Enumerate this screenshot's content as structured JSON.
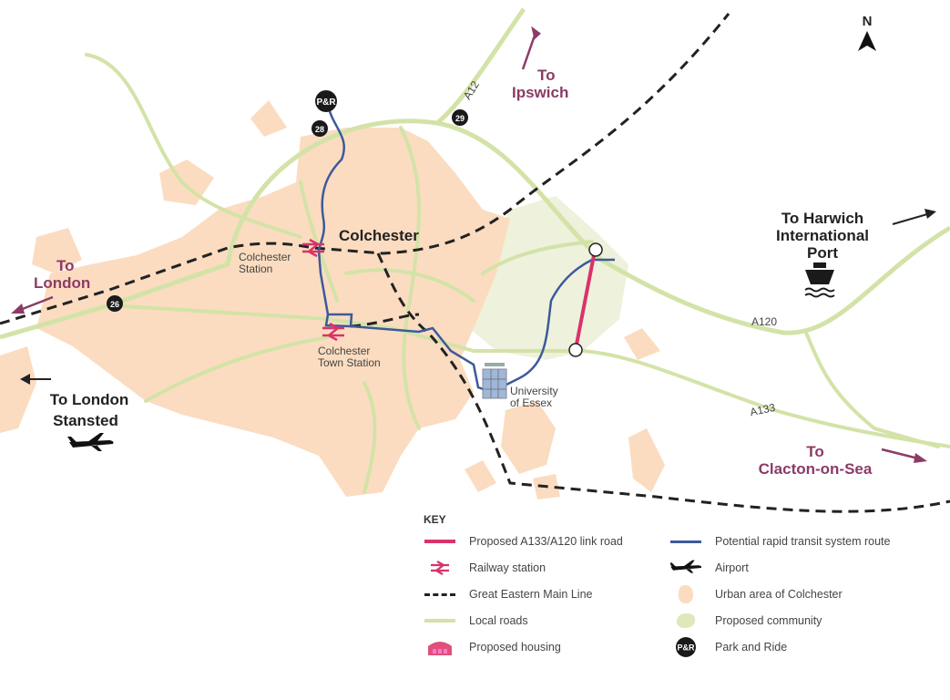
{
  "map": {
    "north": "N",
    "city": "Colchester",
    "labels": {
      "to_ipswich": [
        "To",
        "Ipswich"
      ],
      "to_london": [
        "To",
        "London"
      ],
      "to_harwich": [
        "To Harwich",
        "International",
        "Port"
      ],
      "to_stansted": [
        "To London",
        "Stansted"
      ],
      "to_clacton": [
        "To",
        "Clacton-on-Sea"
      ],
      "colchester_station": [
        "Colchester",
        "Station"
      ],
      "town_station": [
        "Colchester",
        "Town Station"
      ],
      "university": [
        "University",
        "of Essex"
      ]
    },
    "roads": {
      "a12": "A12",
      "a120": "A120",
      "a133": "A133"
    },
    "junctions": [
      "28",
      "29",
      "26"
    ],
    "park_and_ride": "P&R"
  },
  "key": {
    "title": "KEY",
    "items": [
      {
        "label": "Proposed A133/A120 link road",
        "icon": "link-road-line"
      },
      {
        "label": "Potential rapid transit system route",
        "icon": "rts-line"
      },
      {
        "label": "Railway station",
        "icon": "railway-icon"
      },
      {
        "label": "Airport",
        "icon": "airplane-icon"
      },
      {
        "label": "Great Eastern Main Line",
        "icon": "dashed-line"
      },
      {
        "label": "Urban area of Colchester",
        "icon": "urban-area-swatch"
      },
      {
        "label": "Local roads",
        "icon": "road-line"
      },
      {
        "label": "Proposed community",
        "icon": "community-swatch"
      },
      {
        "label": "Proposed housing",
        "icon": "house-icon"
      },
      {
        "label": "Park and Ride",
        "icon": "park-ride-icon"
      }
    ]
  },
  "colors": {
    "urban": "#fbdcc0",
    "community": "#eef1dc",
    "roads": "#d3e3a8",
    "link_road": "#d9336b",
    "rts": "#3c5a9a",
    "accent_text": "#8c3b66"
  }
}
